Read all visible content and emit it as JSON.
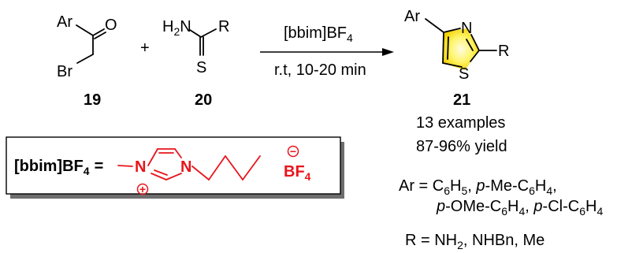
{
  "reactant_19": {
    "ar": "Ar",
    "oxygen": "O",
    "bromine": "Br",
    "number": "19"
  },
  "plus": "+",
  "reactant_20": {
    "amine": "H",
    "amine_sub": "2",
    "amine_n": "N",
    "r": "R",
    "sulfur": "S",
    "number": "20"
  },
  "reagent": {
    "text": "[bbim]BF",
    "sub": "4"
  },
  "conditions": "r.t, 10-20 min",
  "product_21": {
    "ar": "Ar",
    "nitrogen": "N",
    "r": "R",
    "sulfur": "S",
    "number": "21"
  },
  "summary": {
    "examples": "13 examples",
    "yield": "87-96% yield"
  },
  "ionic_liquid": {
    "label": "[bbim]BF",
    "label_sub": "4",
    "equals": "=",
    "n1": "N",
    "n2": "N",
    "anion": "BF",
    "anion_sub": "4",
    "minus": "−",
    "plus": "+"
  },
  "ar_scope": {
    "line1": [
      {
        "t": "Ar = C"
      },
      {
        "t": "6",
        "sub": true
      },
      {
        "t": "H"
      },
      {
        "t": "5",
        "sub": true
      },
      {
        "t": ", "
      },
      {
        "t": "p",
        "italic": true
      },
      {
        "t": "-Me-C"
      },
      {
        "t": "6",
        "sub": true
      },
      {
        "t": "H"
      },
      {
        "t": "4",
        "sub": true
      },
      {
        "t": ","
      }
    ],
    "line2": [
      {
        "t": "p",
        "italic": true
      },
      {
        "t": "-OMe-C"
      },
      {
        "t": "6",
        "sub": true
      },
      {
        "t": "H"
      },
      {
        "t": "4",
        "sub": true
      },
      {
        "t": ", "
      },
      {
        "t": "p",
        "italic": true
      },
      {
        "t": "-Cl-C"
      },
      {
        "t": "6",
        "sub": true
      },
      {
        "t": "H"
      },
      {
        "t": "4",
        "sub": true
      }
    ]
  },
  "r_scope": [
    {
      "t": "R = NH"
    },
    {
      "t": "2",
      "sub": true
    },
    {
      "t": ", NHBn, Me"
    }
  ],
  "colors": {
    "ionic_liquid": "#e8141b",
    "thiazole_fill": "#fff200",
    "bond": "#000000"
  }
}
